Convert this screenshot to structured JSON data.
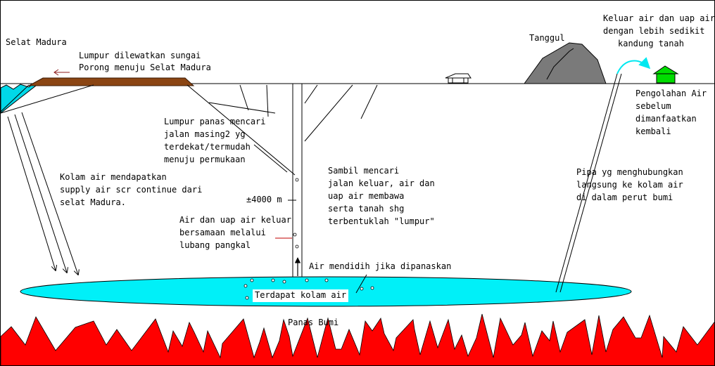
{
  "labels": {
    "selat_madura": "Selat Madura",
    "lumpur_dilewatkan": [
      "Lumpur dilewatkan sungai",
      "Porong menuju Selat Madura"
    ],
    "tanggul": "Tanggul",
    "keluar_air": [
      "Keluar air dan uap air -",
      "dengan lebih sedikit",
      "kandung tanah"
    ],
    "pengolahan": [
      "Pengolahan Air",
      "sebelum",
      "dimanfaatkan",
      "kembali"
    ],
    "lumpur_panas": [
      "Lumpur panas mencari",
      "jalan masing2 yg",
      "terdekat/termudah",
      "menuju permukaan"
    ],
    "sambil": [
      "Sambil mencari",
      "jalan keluar, air dan",
      "uap air membawa",
      "serta tanah shg",
      "terbentuklah \"lumpur\""
    ],
    "kolam_supply": [
      "Kolam air mendapatkan",
      "supply air scr continue dari",
      "selat Madura."
    ],
    "pipa": [
      "Pipa yg menghubungkan",
      "langsung ke kolam air",
      "di dalam perut bumi"
    ],
    "depth": "±4000 m",
    "air_uap_keluar": [
      "Air dan uap air keluar",
      "bersamaan melalui",
      "lubang pangkal"
    ],
    "air_mendidih": "Air mendidih jika dipanaskan",
    "terdapat_kolam": "Terdapat kolam air",
    "panas_bumi": "Panas Bumi"
  },
  "colors": {
    "ground_line": "#000000",
    "mud_channel": "#8b4513",
    "sea": "#00d8e8",
    "pool": "#00f0f8",
    "fire": "#ff0000",
    "mountain": "#7a7a7a",
    "house_green": "#00dd00",
    "red_arrow": "#8b1a1a",
    "cyan_arrow": "#00e8f0"
  },
  "icons": [
    "house-icon",
    "treatment-house-icon",
    "mountain-icon",
    "arrow-icon"
  ]
}
